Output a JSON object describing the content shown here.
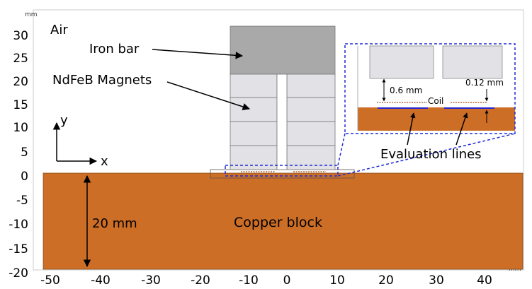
{
  "units": {
    "x_unit": "mm",
    "y_unit": "mm"
  },
  "axes": {
    "x_ticks": [
      "-50",
      "-40",
      "-30",
      "-20",
      "-10",
      "0",
      "10",
      "20",
      "30",
      "40"
    ],
    "y_ticks": [
      "30",
      "25",
      "20",
      "15",
      "10",
      "5",
      "0",
      "-5",
      "-10",
      "-15",
      "-20"
    ]
  },
  "labels": {
    "air": "Air",
    "iron_bar": "Iron bar",
    "magnets": "NdFeB Magnets",
    "copper_block": "Copper block",
    "thickness": "20 mm",
    "axis_y": "y",
    "axis_x": "x"
  },
  "inset": {
    "gap_label": "0.6 mm",
    "offset_label": "0.12 mm",
    "coil_label": "Coil",
    "evaluation_label": "Evaluation lines"
  },
  "colors": {
    "copper": "#CD6E27",
    "iron": "#A9A9A9",
    "magnet": "#E2E2E6",
    "zoom_box": "#1F2BD6",
    "evaluation_line": "#2424D0",
    "coil": "#9A4A10"
  }
}
